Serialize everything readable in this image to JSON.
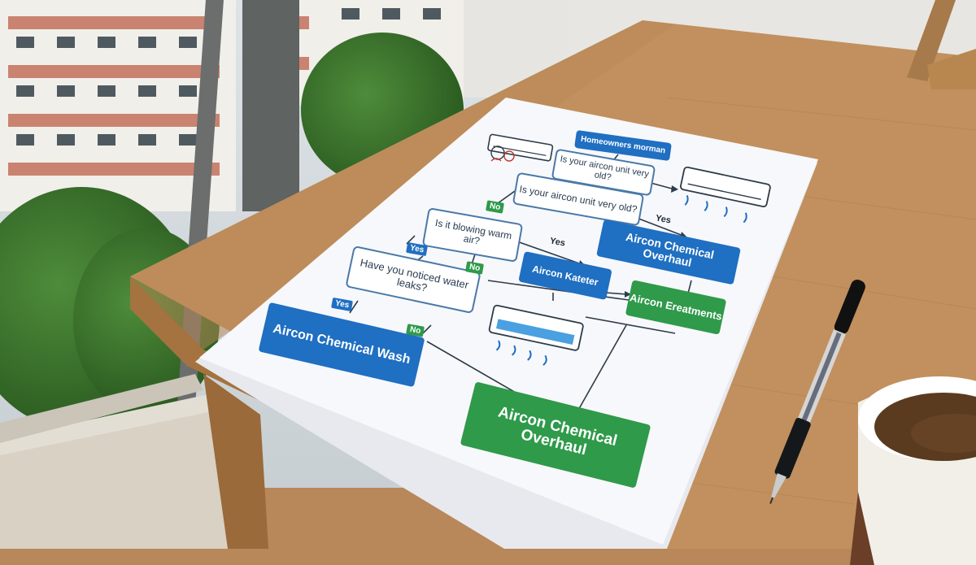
{
  "flowchart": {
    "title": "Homeowners morman",
    "q1": "Is your aircon unit very old?",
    "q2": "Is your aircon unit very old?",
    "q3": "Is it blowing warm air?",
    "q4": "Have you noticed water leaks?",
    "yes": "Yes",
    "no": "No",
    "overhaul_top": "Aircon Chemical Overhaul",
    "aircon_kateter": "Aircon Kateter",
    "aircon_treatments": "Aircon Ereatments",
    "wash": "Aircon Chemical Wash",
    "overhaul_bottom": "Aircon Chemical Overhaul"
  },
  "colors": {
    "blue": "#1f6fc2",
    "green": "#2f9a4a",
    "table": "#b8875a"
  }
}
